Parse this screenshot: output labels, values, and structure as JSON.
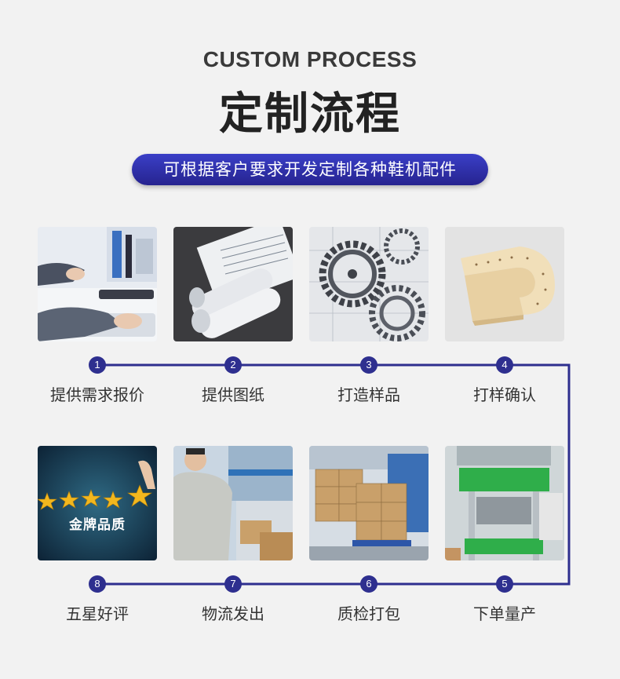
{
  "header": {
    "subtitle_en": "CUSTOM PROCESS",
    "title_cn": "定制流程",
    "banner": "可根据客户要求开发定制各种鞋机配件"
  },
  "steps": [
    {
      "num": "1",
      "label": "提供需求报价",
      "image": "office-keyboard-photo"
    },
    {
      "num": "2",
      "label": "提供图纸",
      "image": "blueprint-rolls-photo"
    },
    {
      "num": "3",
      "label": "打造样品",
      "image": "gears-photo"
    },
    {
      "num": "4",
      "label": "打样确认",
      "image": "shoe-mold-sample-photo"
    },
    {
      "num": "5",
      "label": "下单量产",
      "image": "green-press-machine-photo"
    },
    {
      "num": "6",
      "label": "质检打包",
      "image": "warehouse-boxes-photo"
    },
    {
      "num": "7",
      "label": "物流发出",
      "image": "logistics-worker-photo"
    },
    {
      "num": "8",
      "label": "五星好评",
      "image": "five-star-rating-photo",
      "image_text": "金牌品质"
    }
  ],
  "colors": {
    "accent": "#2e2f8f",
    "banner_top": "#3a3fc7",
    "banner_bottom": "#26238f",
    "background": "#f2f2f2"
  }
}
